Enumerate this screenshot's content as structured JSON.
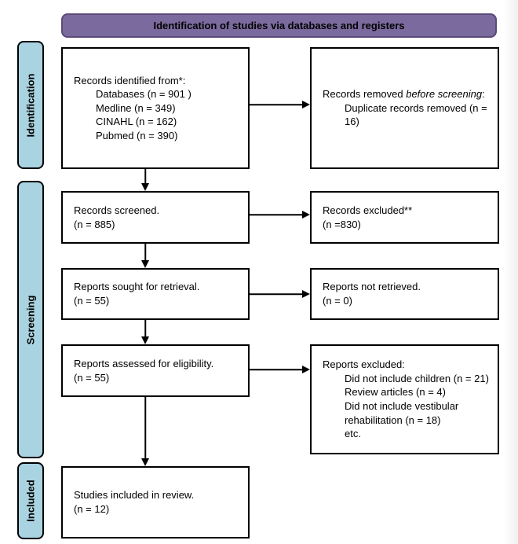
{
  "title": "Identification of studies via databases and registers",
  "stages": {
    "identification": "Identification",
    "screening": "Screening",
    "included": "Included"
  },
  "boxes": {
    "records_identified": {
      "title": "Records identified from*:",
      "items": [
        "Databases (n = 901 )",
        "Medline (n = 349)",
        "CINAHL (n = 162)",
        "Pubmed (n = 390)"
      ]
    },
    "records_removed": {
      "text_before": "Records removed ",
      "text_italic": "before screening",
      "text_after": ":",
      "items": [
        "Duplicate records removed (n = 16)"
      ]
    },
    "records_screened": {
      "line1": "Records screened.",
      "line2": "(n = 885)"
    },
    "records_excluded": {
      "line1": "Records excluded**",
      "line2": "(n =830)"
    },
    "reports_sought": {
      "line1": "Reports sought for retrieval.",
      "line2": "(n = 55)"
    },
    "reports_not_retrieved": {
      "line1": "Reports not retrieved.",
      "line2": "(n = 0)"
    },
    "reports_assessed": {
      "line1": "Reports assessed for eligibility.",
      "line2": "(n = 55)"
    },
    "reports_excluded": {
      "title": "Reports excluded:",
      "items": [
        "Did not include children (n = 21)",
        "Review articles (n = 4)",
        "Did not include vestibular rehabilitation (n = 18)",
        "etc."
      ]
    },
    "studies_included": {
      "line1": "Studies included in review.",
      "line2": "(n = 12)"
    }
  },
  "colors": {
    "header_fill": "#7B6A9E",
    "header_border": "#594A78",
    "stage_fill": "#A9D3E1",
    "box_border": "#000000",
    "arrow": "#000000"
  }
}
